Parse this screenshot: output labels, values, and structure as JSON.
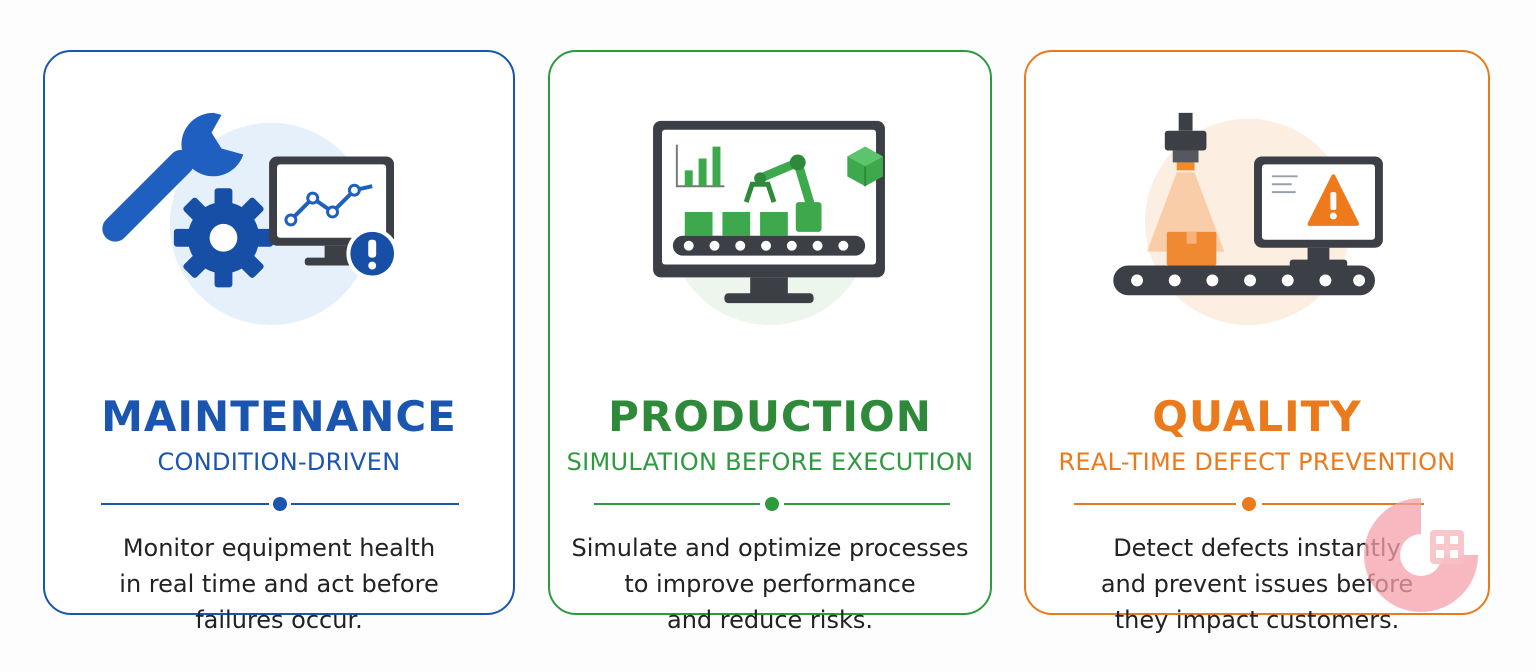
{
  "cards": [
    {
      "id": "maintenance",
      "title": "MAINTENANCE",
      "subtitle": "CONDITION-DRIVEN",
      "description": "Monitor equipment health\nin real time and act before\nfailures occur.",
      "color": "#1a56b0",
      "icons": [
        "wrench-icon",
        "gear-icon",
        "monitor-trend-icon",
        "alert-icon"
      ]
    },
    {
      "id": "production",
      "title": "PRODUCTION",
      "subtitle": "SIMULATION BEFORE EXECUTION",
      "description": "Simulate and optimize processes\nto improve performance\nand reduce risks.",
      "color": "#2e9a3e",
      "icons": [
        "monitor-icon",
        "bar-chart-icon",
        "robot-arm-icon",
        "cube-icon",
        "conveyor-icon"
      ]
    },
    {
      "id": "quality",
      "title": "QUALITY",
      "subtitle": "REAL-TIME DEFECT PREVENTION",
      "description": "Detect defects instantly\nand prevent issues before\nthey impact customers.",
      "color": "#ea7a1c",
      "icons": [
        "camera-icon",
        "box-icon",
        "conveyor-icon",
        "monitor-warning-icon"
      ]
    }
  ]
}
